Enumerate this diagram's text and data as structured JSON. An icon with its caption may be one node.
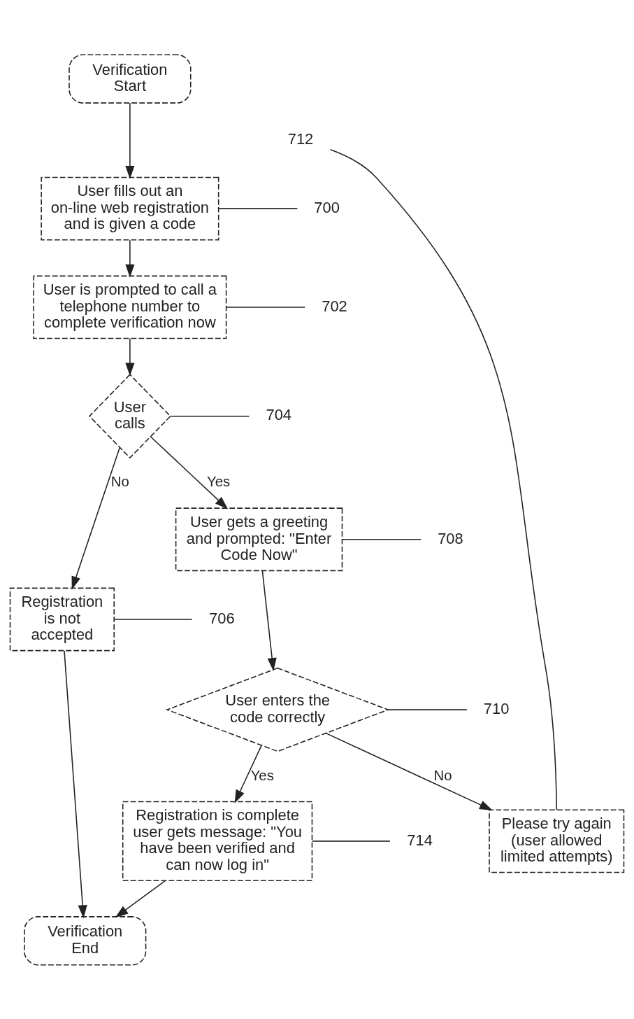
{
  "diagram": {
    "nodes": [
      {
        "text": [
          "Verification Start"
        ]
      },
      {
        "text": [
          "User fills out an on-line web registration and is given a code"
        ]
      },
      {
        "text": [
          "User is prompted to call a telephone number to complete verification now"
        ]
      },
      {
        "text": [
          "User calls"
        ]
      },
      {
        "text": [
          "Registration is not accepted"
        ]
      },
      {
        "text": [
          "User gets a greeting and prompted: \"Enter Code Now\""
        ]
      },
      {
        "text": [
          "User enters the code correctly"
        ]
      },
      {
        "text": [
          "Please try again (user allowed limited attempts)"
        ]
      },
      {
        "text": [
          "Registration is complete user gets message: \"You have been verified and can now log in\""
        ]
      },
      {
        "text": [
          "Verification End"
        ]
      },
      {
        "text": [
          "700"
        ]
      },
      {
        "text": [
          "702"
        ]
      },
      {
        "text": [
          "704"
        ]
      },
      {
        "text": [
          "706"
        ]
      },
      {
        "text": [
          "708"
        ]
      },
      {
        "text": [
          "710"
        ]
      },
      {
        "text": [
          "712"
        ]
      },
      {
        "text": [
          "714"
        ]
      }
    ],
    "edges": [
      {
        "from": 0,
        "to": 1,
        "arrow": "to"
      },
      {
        "from": 1,
        "to": 2,
        "arrow": "to"
      },
      {
        "from": 2,
        "to": 3,
        "arrow": "to"
      },
      {
        "from": 3,
        "to": 4,
        "label": "No",
        "arrow": "to"
      },
      {
        "from": 3,
        "to": 5,
        "label": "Yes",
        "arrow": "to"
      },
      {
        "from": 5,
        "to": 6,
        "arrow": "to"
      },
      {
        "from": 6,
        "to": 7,
        "label": "No",
        "arrow": "to"
      },
      {
        "from": 6,
        "to": 8,
        "label": "Yes",
        "arrow": "to"
      },
      {
        "from": 8,
        "to": 9,
        "arrow": "to"
      },
      {
        "from": 4,
        "to": 9,
        "arrow": "to"
      },
      {
        "from": 10,
        "to": 1,
        "arrow": "none"
      },
      {
        "from": 11,
        "to": 2,
        "arrow": "none"
      },
      {
        "from": 12,
        "to": 3,
        "arrow": "none"
      },
      {
        "from": 13,
        "to": 4,
        "arrow": "none"
      },
      {
        "from": 14,
        "to": 5,
        "arrow": "none"
      },
      {
        "from": 15,
        "to": 6,
        "arrow": "none"
      },
      {
        "from": 16,
        "to": 7,
        "arrow": "none"
      },
      {
        "from": 17,
        "to": 8,
        "arrow": "none"
      }
    ]
  }
}
